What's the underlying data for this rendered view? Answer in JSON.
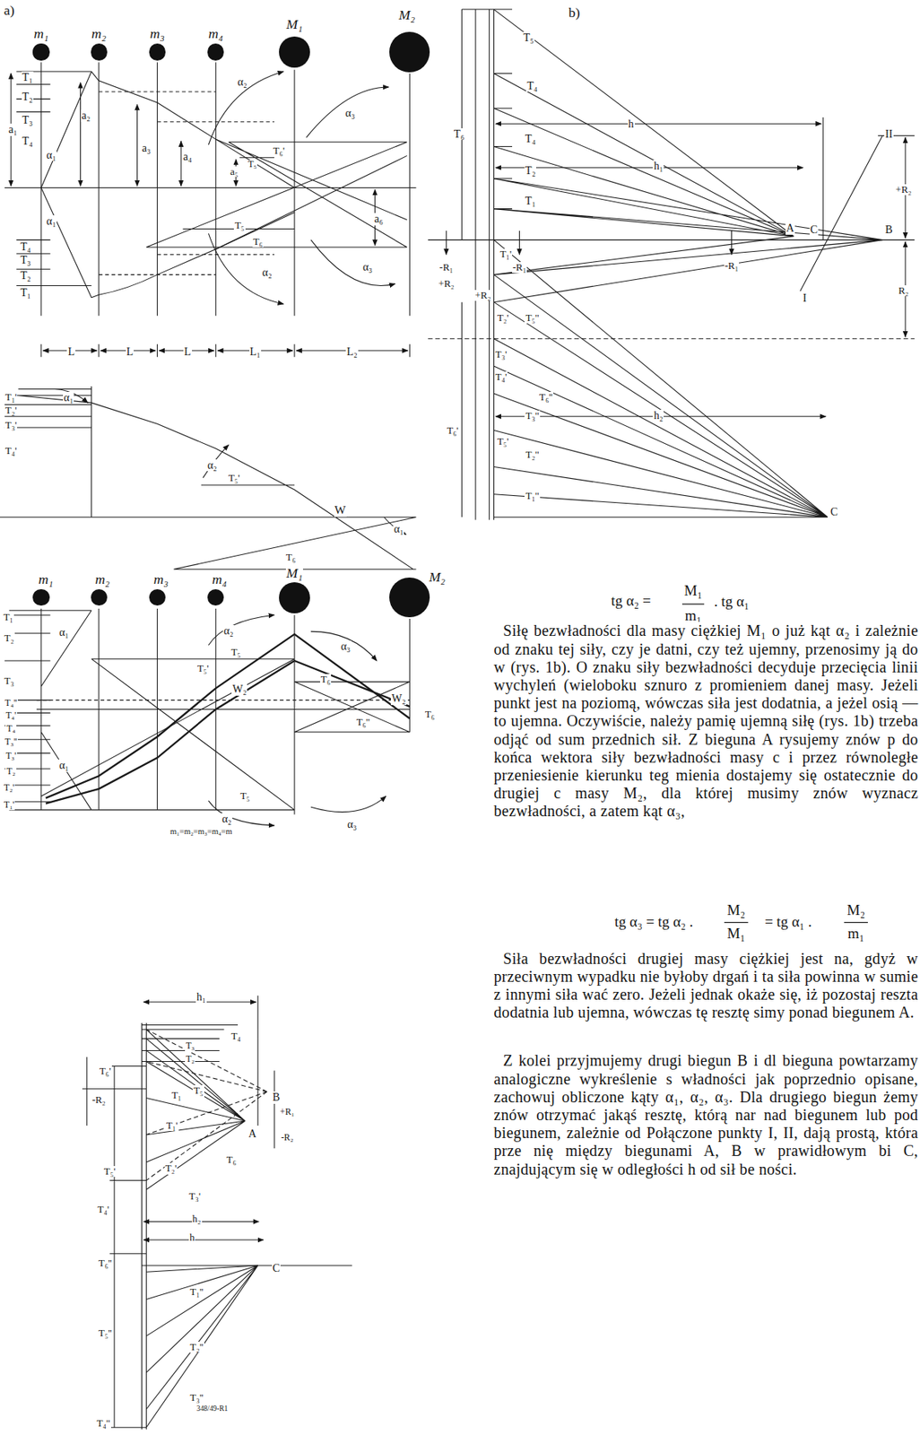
{
  "diagram": {
    "nodes": [
      {
        "text": [
          "m₁"
        ]
      },
      {
        "text": [
          "m₂"
        ]
      },
      {
        "text": [
          "m₃"
        ]
      },
      {
        "text": [
          "m₄"
        ]
      },
      {
        "text": [
          "M₁"
        ]
      },
      {
        "text": [
          "M₂"
        ]
      },
      {
        "text": [
          "m₁"
        ]
      },
      {
        "text": [
          "m₂"
        ]
      },
      {
        "text": [
          "m₃"
        ]
      },
      {
        "text": [
          "m₄"
        ]
      },
      {
        "text": [
          "M₁"
        ]
      },
      {
        "text": [
          "M₂"
        ]
      }
    ],
    "labels": [
      "a)",
      "T₁",
      "T₂",
      "T₃",
      "T₄",
      "a₁",
      "a₂",
      "a₃",
      "a₄",
      "a₅",
      "a₆",
      "α₁",
      "α₁",
      "α₂",
      "α₃",
      "α₂",
      "α₃",
      "T₆'",
      "T₅",
      "T₅",
      "T₆",
      "T₄",
      "T₃",
      "T₂",
      "T₁",
      "L",
      "L",
      "L",
      "L₁",
      "L₂",
      "T₁'",
      "T₂'",
      "T₃'",
      "T₄'",
      "α₁",
      "α₂",
      "T₅'",
      "W",
      "α₁",
      "T₆",
      "T₁",
      "T₂",
      "α₁",
      "T₃",
      "T₅",
      "T₅'",
      "α₂",
      "α₃",
      "T₆",
      "W₂",
      "W₂",
      "T₆",
      "T₆''",
      "T₄''",
      "T₄'",
      "T₄",
      "T₃''",
      "T₃'",
      "T₂",
      "α₁",
      "T₅",
      "α₂",
      "α₃",
      "T₂'",
      "T₁'",
      "m₁=m₂=m₃=m₄=m",
      "h₁",
      "T₄",
      "T₃",
      "T₂",
      "T₆'",
      "-R₂",
      "T₁",
      "T₅",
      "B",
      "+R₁",
      "A",
      "-R₂",
      "T₁'",
      "T₅'",
      "T₆",
      "T₂'",
      "T₃'",
      "T₄'",
      "T₆''",
      "h₂",
      "h",
      "C",
      "T₁''",
      "T₅''",
      "T₂''",
      "T₃''",
      "T₄''",
      "348/49-R1",
      "b)",
      "T₅",
      "T₄",
      "T₆",
      "T₄",
      "h",
      "T₂",
      "h₁",
      "T₁",
      "A",
      "C",
      "B",
      "II",
      "+R₂",
      "I",
      "R₂",
      "-R₁",
      "-R₁",
      "-R₁",
      "T₁'",
      "+R₂",
      "+R₂",
      "T₂'",
      "T₅''",
      "T₃'",
      "T₆''",
      "T₄'",
      "T₃''",
      "T₆'",
      "T₅'",
      "T₂''",
      "T₁''",
      "h₂",
      "C",
      "tg α₂ =",
      "M₁",
      "m₁",
      ". tg α₁",
      "Siłę bezwładności dla masy ciężkiej M₁ o już kąt α₂ i zależnie od znaku tej siły, czy je datni, czy też ujemny, przenosimy ją do w (rys. 1b). O znaku siły bezwładności decyduje przecięcia linii wychyleń (wieloboku sznuro z promieniem danej masy. Jeżeli punkt jest na poziomą, wówczas siła jest dodatnia, a jeżel osią — to ujemna. Oczywiście, należy pamię ujemną siłę (rys. 1b) trzeba odjąć od sum przednich sił. Z bieguna A rysujemy znów p do końca wektora siły bezwładności masy c i przez równoległe przeniesienie kierunku teg mienia dostajemy się ostatecznie do drugiej c masy M₂, dla której musimy znów wyznacz bezwładności, a zatem kąt α₃,",
      "tg α₃ = tg α₂ .",
      "M₂",
      "M₁",
      "= tg α₁ .",
      "M₂",
      "m₁",
      "Siła bezwładności drugiej masy ciężkiej jest na, gdyż w przeciwnym wypadku nie byłoby drgań i ta siła powinna w sumie z innymi siła wać zero. Jeżeli jednak okaże się, iż pozostaj reszta dodatnia lub ujemna, wówczas tę resztę simy ponad biegunem A.",
      "Z kolei przyjmujemy drugi biegun B i dl bieguna powtarzamy analogiczne wykreślenie s władności jak poprzednio opisane, zachowuj obliczone kąty α₁, α₂, α₃. Dla drugiego biegun żemy znów otrzymać jakąś resztę, którą nar nad biegunem lub pod biegunem, zależnie od Połączone punkty I, II, dają prostą, która prze nię między biegunami A, B w prawidłowym bi C, znajdującym się w odległości h od sił be ności."
    ]
  }
}
